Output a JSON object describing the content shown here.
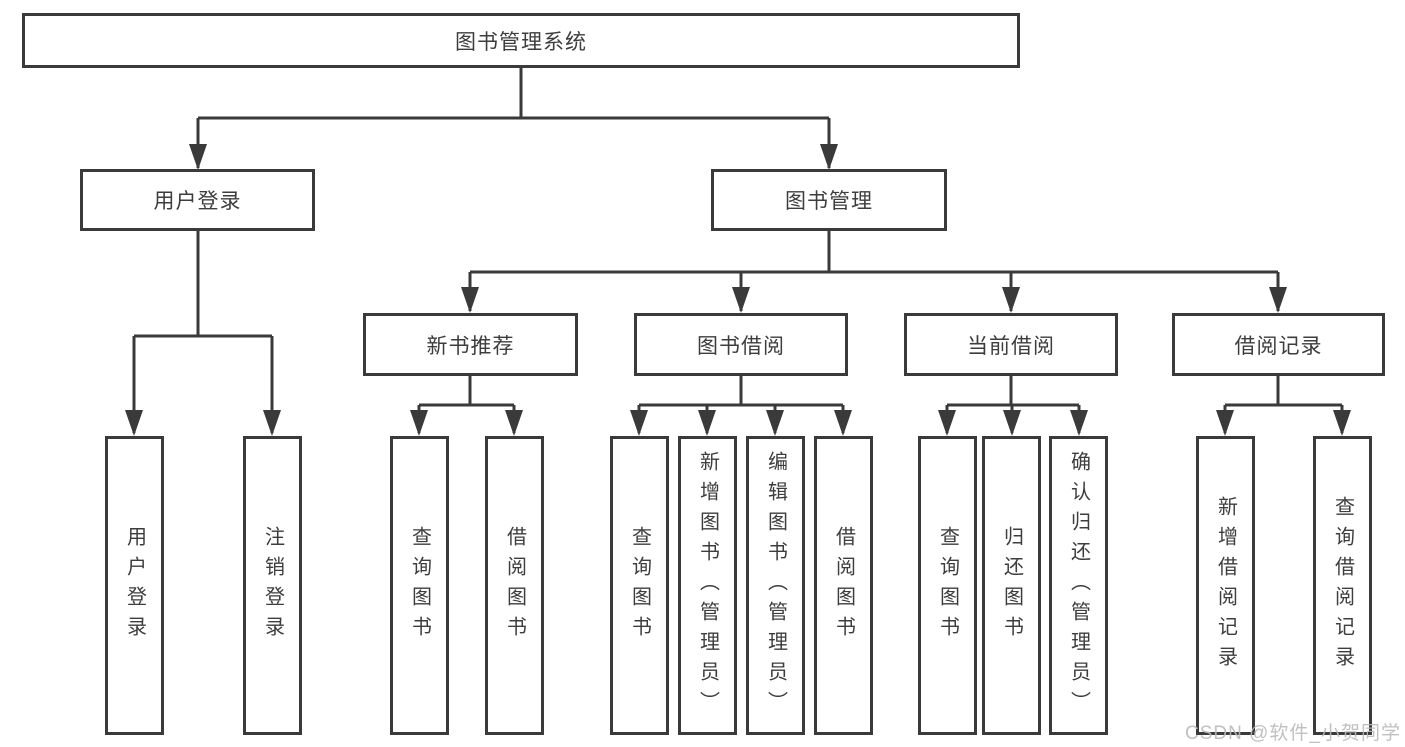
{
  "root": {
    "label": "图书管理系统"
  },
  "branches": [
    {
      "label": "用户登录",
      "children": [
        {
          "label": "用户登录"
        },
        {
          "label": "注销登录"
        }
      ]
    },
    {
      "label": "图书管理",
      "children": [
        {
          "label": "新书推荐",
          "children": [
            {
              "label": "查询图书"
            },
            {
              "label": "借阅图书"
            }
          ]
        },
        {
          "label": "图书借阅",
          "children": [
            {
              "label": "查询图书"
            },
            {
              "label": "新增图书（管理员）"
            },
            {
              "label": "编辑图书（管理员）"
            },
            {
              "label": "借阅图书"
            }
          ]
        },
        {
          "label": "当前借阅",
          "children": [
            {
              "label": "查询图书"
            },
            {
              "label": "归还图书"
            },
            {
              "label": "确认归还（管理员）"
            }
          ]
        },
        {
          "label": "借阅记录",
          "children": [
            {
              "label": "新增借阅记录"
            },
            {
              "label": "查询借阅记录"
            }
          ]
        }
      ]
    }
  ],
  "watermark": {
    "text": "CSDN @软件_小贺同学"
  },
  "colors": {
    "line": "#3a3a3a",
    "box_border": "#3a3a3a",
    "text": "#3d3d3d",
    "watermark": "#b9b9b9",
    "background": "#ffffff"
  }
}
